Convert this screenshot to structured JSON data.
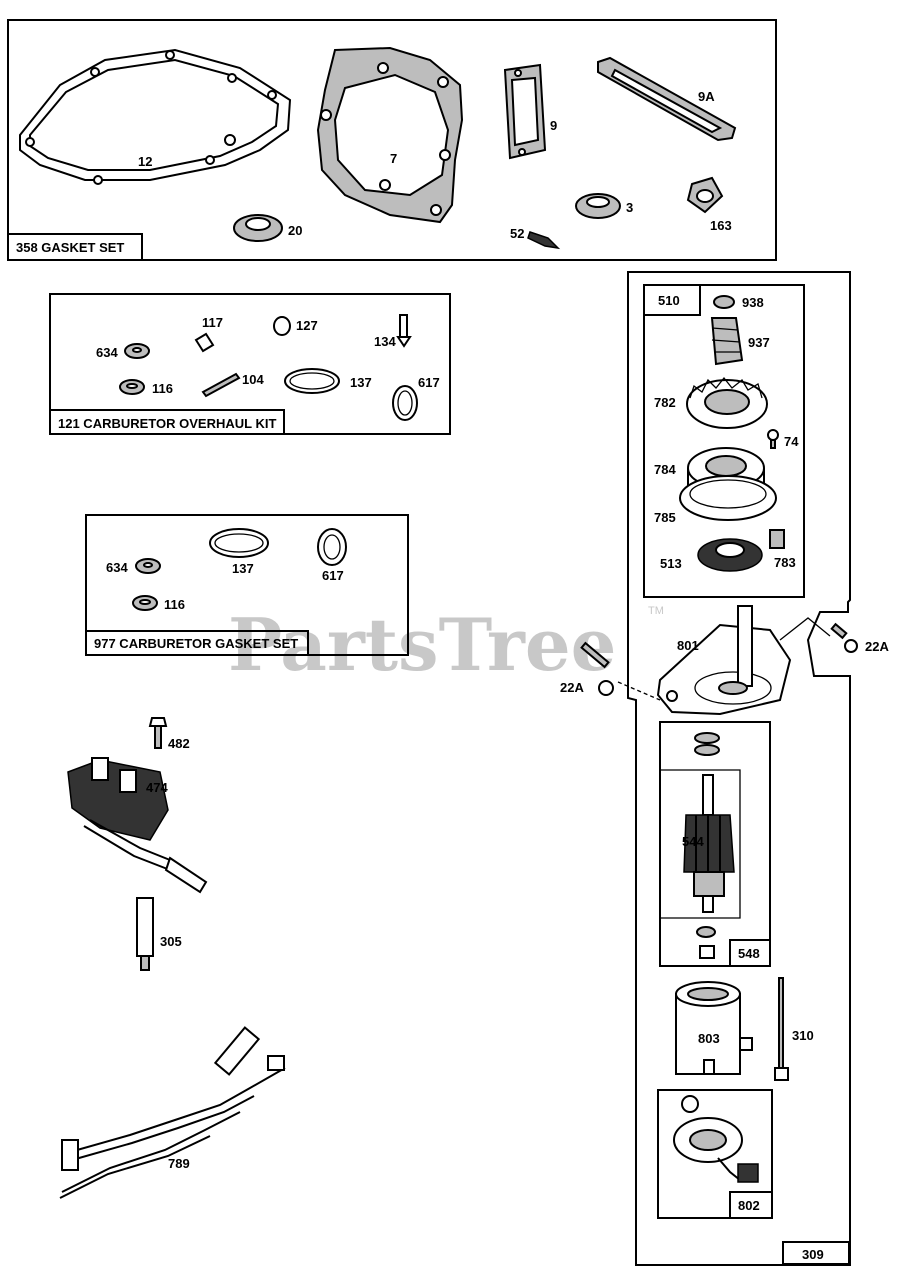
{
  "watermark": {
    "text": "PartsTree",
    "tm": "TM"
  },
  "kits": {
    "gasket_set": "358  GASKET SET",
    "carb_overhaul": "121  CARBURETOR OVERHAUL KIT",
    "carb_gasket": "977  CARBURETOR GASKET SET",
    "k510": "510",
    "k548": "548",
    "k802": "802",
    "k309": "309"
  },
  "labels": {
    "p12": "12",
    "p7": "7",
    "p9": "9",
    "p9a": "9A",
    "p20": "20",
    "p52": "52",
    "p3": "3",
    "p163": "163",
    "c634": "634",
    "c117": "117",
    "c127": "127",
    "c134": "134",
    "c116": "116",
    "c104": "104",
    "c137": "137",
    "c617": "617",
    "g634": "634",
    "g137": "137",
    "g617": "617",
    "g116": "116",
    "p482": "482",
    "p474": "474",
    "p305": "305",
    "p789": "789",
    "s938": "938",
    "s937": "937",
    "s782": "782",
    "s74": "74",
    "s784": "784",
    "s785": "785",
    "s513": "513",
    "s783": "783",
    "s801": "801",
    "s22a_r": "22A",
    "s22a_l": "22A",
    "s544": "544",
    "s803": "803",
    "s310": "310"
  }
}
